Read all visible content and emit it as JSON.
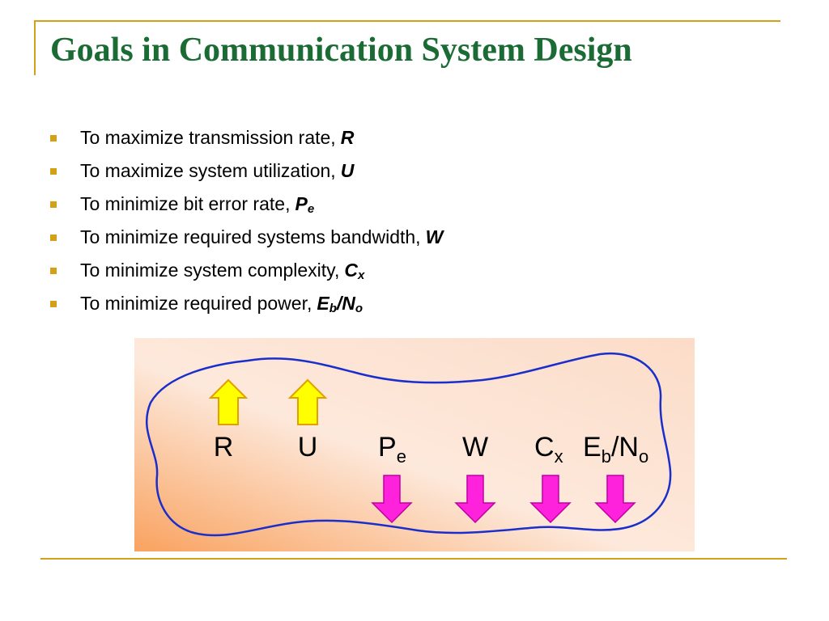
{
  "title": "Goals in Communication System Design",
  "bullets": [
    {
      "text": "To maximize transmission rate,",
      "sym": "R"
    },
    {
      "text": "To maximize system utilization,",
      "sym": "U"
    },
    {
      "text": "To minimize bit error rate,",
      "sym": "P",
      "sub": "e"
    },
    {
      "text": "To minimize required systems bandwidth,",
      "sym": "W"
    },
    {
      "text": "To minimize system complexity,",
      "sym": "C",
      "sub": "x"
    },
    {
      "text": "To minimize required power,",
      "sym": "E",
      "sub": "b",
      "mid": "/N",
      "sub2": "o"
    }
  ],
  "figure": {
    "labels": {
      "R": "R",
      "U": "U",
      "Pe_main": "P",
      "Pe_sub": "e",
      "W": "W",
      "Cx_main": "C",
      "Cx_sub": "x",
      "Eb_main": "E",
      "Eb_sub": "b",
      "No_main": "/N",
      "No_sub": "o"
    },
    "up_arrows": [
      "R",
      "U"
    ],
    "down_arrows": [
      "P_e",
      "W",
      "C_x",
      "E_b/N_o"
    ]
  },
  "colors": {
    "title": "#1b6b34",
    "accent": "#d4a017",
    "up_arrow": "#ffff00",
    "down_arrow": "#ff22dd",
    "outline": "#1a2ecc"
  }
}
